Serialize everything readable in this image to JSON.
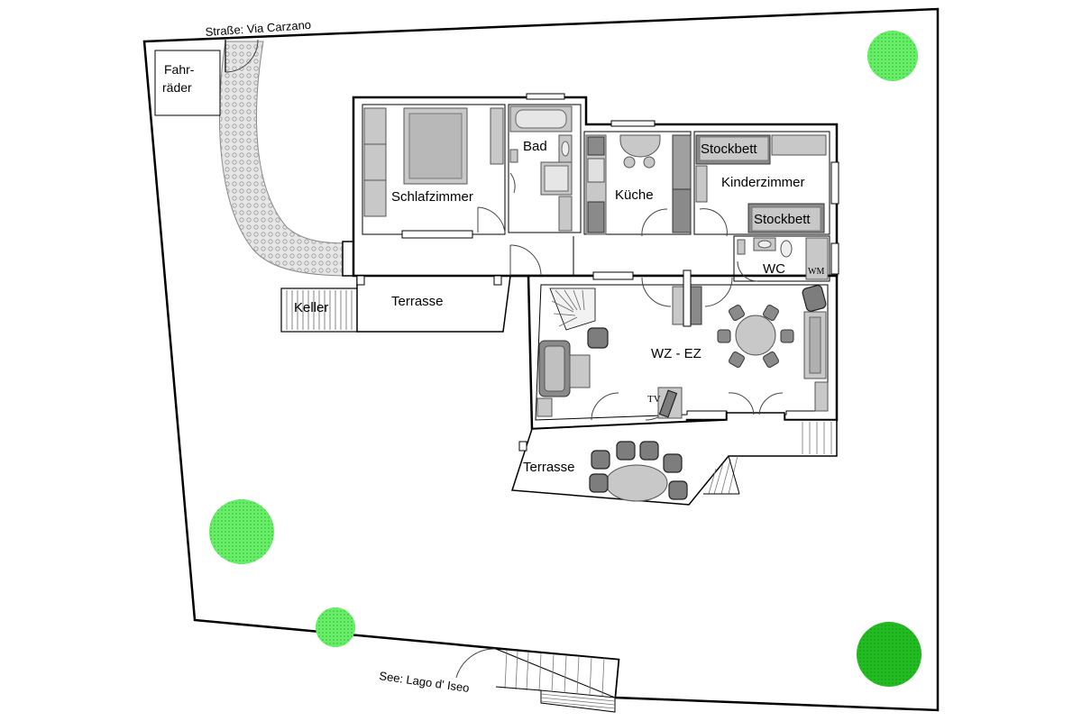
{
  "labels": {
    "street": "Straße: Via Carzano",
    "bikes_line1": "Fahr-",
    "bikes_line2": "räder",
    "bathroom": "Bad",
    "bedroom": "Schlafzimmer",
    "kitchen": "Küche",
    "bunk_bed_top": "Stockbett",
    "kids_room": "Kinderzimmer",
    "bunk_bed_bottom": "Stockbett",
    "wc": "WC",
    "washing_machine": "WM",
    "terrace_upper": "Terrasse",
    "cellar": "Keller",
    "living_dining": "WZ - EZ",
    "tv": "TV",
    "terrace_lower": "Terrasse",
    "lake": "See: Lago d' Iseo"
  },
  "colors": {
    "tree_light": "#66ee66",
    "tree_mid": "#44dd44",
    "tree_dark": "#22bb22",
    "furniture": "#c8c8c8",
    "furniture_dark": "#8a8a8a",
    "path": "#dcdcdc"
  }
}
